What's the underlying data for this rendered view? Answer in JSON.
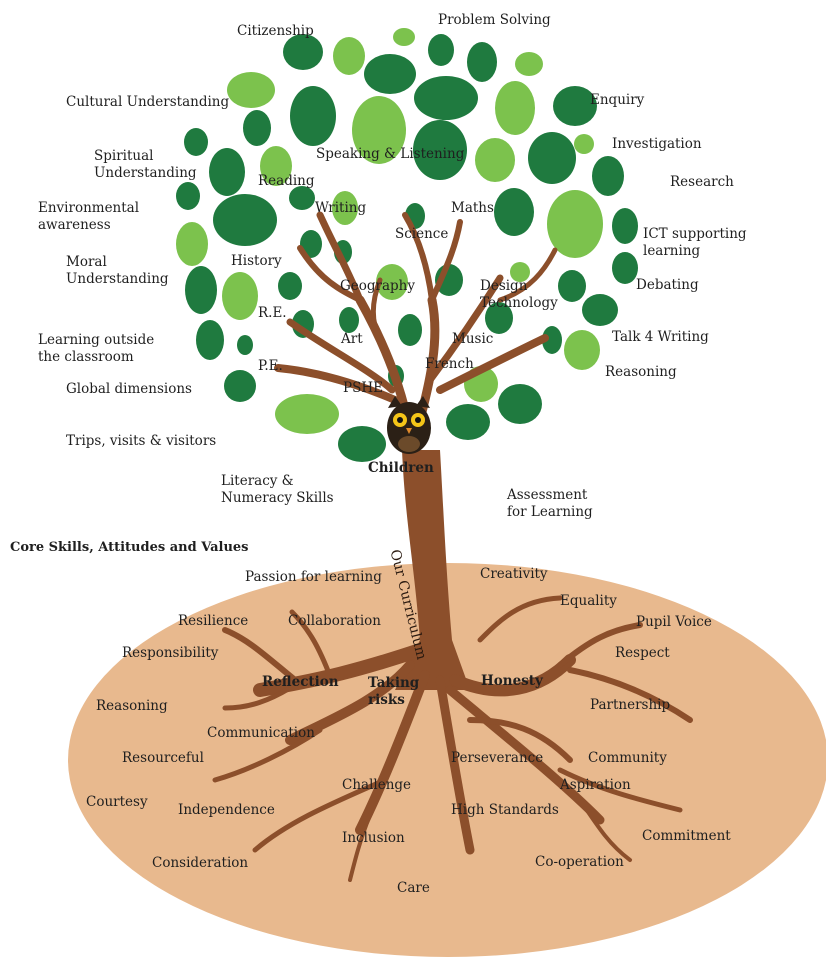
{
  "section_title": "Core Skills, Attitudes and Values",
  "trunk_label": "Our Curriculum",
  "center_label": "Children",
  "colors": {
    "leaf_dark": "#1f7a3f",
    "leaf_light": "#7cc24d",
    "bark": "#8c4f2b",
    "soil": "#e7b98f",
    "owl": "#2b2016"
  },
  "canopy_labels": {
    "citizenship": "Citizenship",
    "problem_solving": "Problem Solving",
    "cultural_understanding": "Cultural Understanding",
    "enquiry": "Enquiry",
    "spiritual_understanding": "Spiritual Understanding",
    "speaking_listening": "Speaking & Listening",
    "investigation": "Investigation",
    "reading": "Reading",
    "research": "Research",
    "environmental_awareness": "Environmental awareness",
    "writing": "Writing",
    "maths": "Maths",
    "science": "Science",
    "ict": "ICT supporting learning",
    "moral_understanding": "Moral Understanding",
    "history": "History",
    "geography": "Geography",
    "design_technology": "Design Technology",
    "debating": "Debating",
    "re": "R.E.",
    "learning_outside": "Learning outside the classroom",
    "art": "Art",
    "music": "Music",
    "talk4writing": "Talk 4 Writing",
    "pe": "P.E.",
    "french": "French",
    "reasoning_top": "Reasoning",
    "global_dimensions": "Global dimensions",
    "pshe": "PSHE",
    "trips": "Trips, visits & visitors",
    "literacy_numeracy": "Literacy & Numeracy Skills",
    "assessment": "Assessment for Learning"
  },
  "root_labels": {
    "passion": "Passion for learning",
    "creativity": "Creativity",
    "equality": "Equality",
    "resilience": "Resilience",
    "collaboration": "Collaboration",
    "pupil_voice": "Pupil Voice",
    "responsibility": "Responsibility",
    "respect": "Respect",
    "reflection": "Reflection",
    "taking_risks": "Taking risks",
    "honesty": "Honesty",
    "reasoning": "Reasoning",
    "partnership": "Partnership",
    "communication": "Communication",
    "resourceful": "Resourceful",
    "perseverance": "Perseverance",
    "community": "Community",
    "challenge": "Challenge",
    "aspiration": "Aspiration",
    "courtesy": "Courtesy",
    "independence": "Independence",
    "high_standards": "High Standards",
    "commitment": "Commitment",
    "inclusion": "Inclusion",
    "consideration": "Consideration",
    "co_operation": "Co-operation",
    "care": "Care"
  }
}
